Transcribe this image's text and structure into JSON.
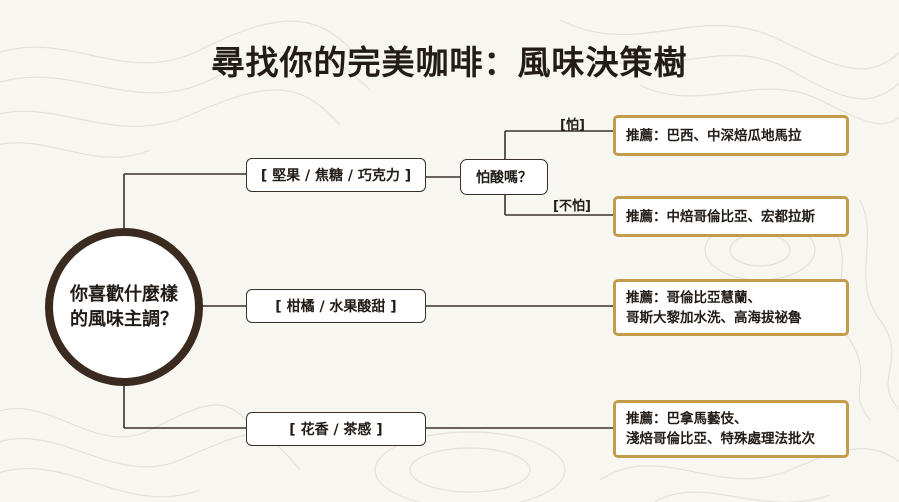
{
  "title": "尋找你的完美咖啡：風味決策樹",
  "root": {
    "line1": "你喜歡什麼樣",
    "line2": "的風味主調？"
  },
  "branches": [
    {
      "label": "[ 堅果 / 焦糖 / 巧克力 ]"
    },
    {
      "label": "[ 柑橘 / 水果酸甜 ]"
    },
    {
      "label": "[ 花香 / 茶感 ]"
    }
  ],
  "decision": {
    "question": "怕酸嗎？",
    "yes_label": "[怕]",
    "no_label": "[不怕]"
  },
  "recommendations": [
    {
      "line1": "推薦：巴西、中深焙瓜地馬拉",
      "line2": ""
    },
    {
      "line1": "推薦：中焙哥倫比亞、宏都拉斯",
      "line2": ""
    },
    {
      "line1": "推薦：哥倫比亞慧蘭、",
      "line2": "哥斯大黎加水洗、高海拔祕魯"
    },
    {
      "line1": "推薦：巴拿馬藝伎、",
      "line2": "淺焙哥倫比亞、特殊處理法批次"
    }
  ],
  "colors": {
    "background": "#f8f6f1",
    "root_border": "#3b2a20",
    "connector": "#3a302a",
    "recommendation_border": "#c29b4b"
  }
}
